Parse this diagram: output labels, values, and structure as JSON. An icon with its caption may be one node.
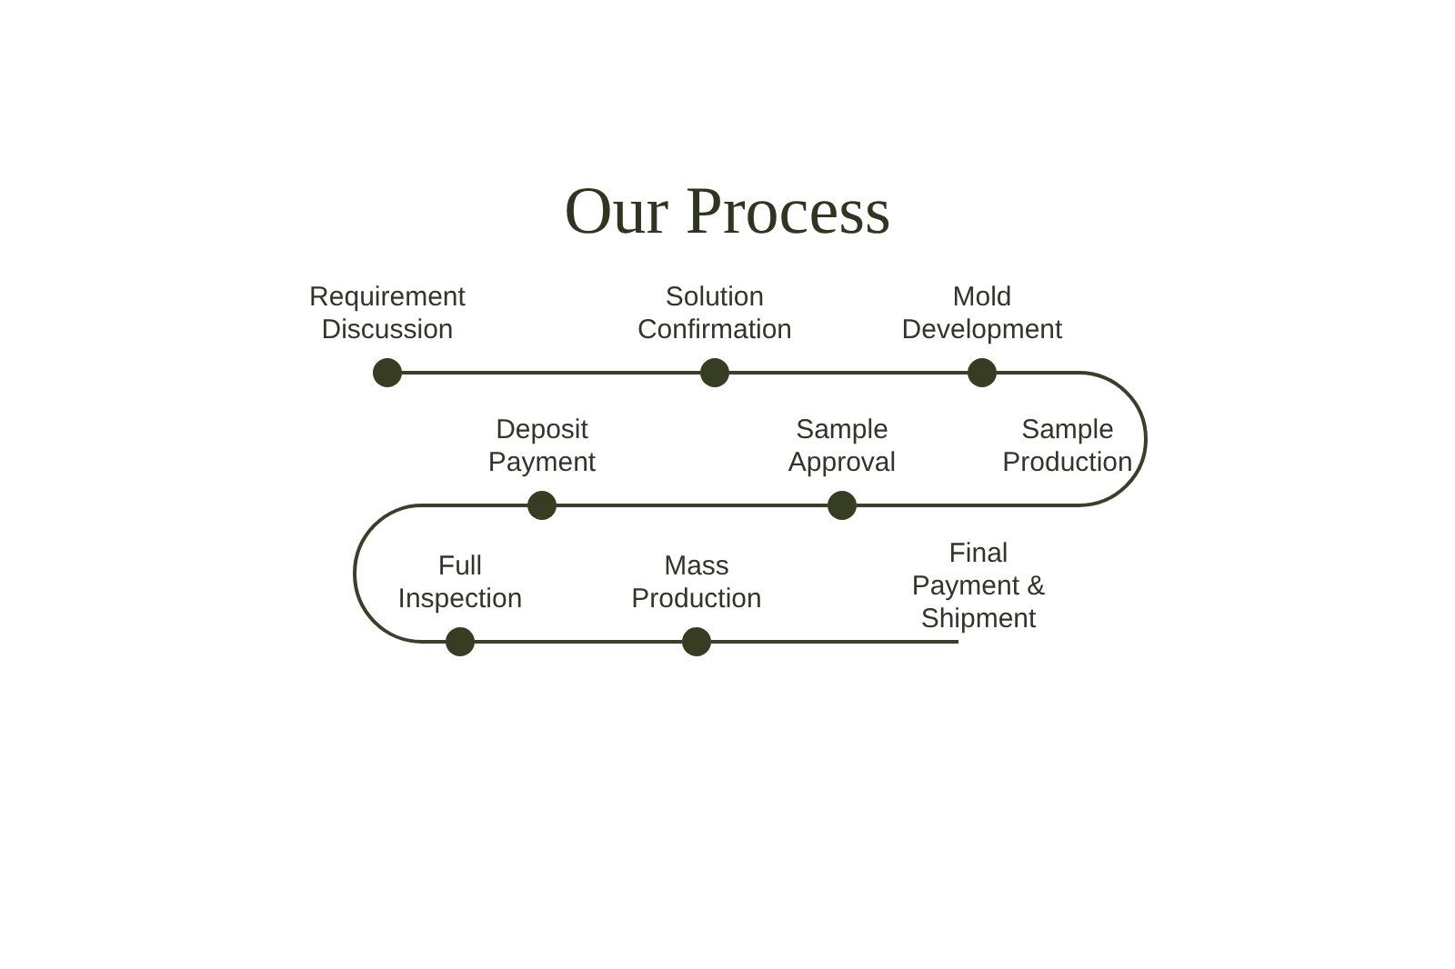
{
  "diagram": {
    "title": "Our Process",
    "nodes": [
      {
        "text": [],
        "shape": "circle",
        "beside": [
          "Requirement Discussion"
        ]
      },
      {
        "text": [],
        "shape": "circle",
        "beside": [
          "Solution Confirmation"
        ]
      },
      {
        "text": [],
        "shape": "circle",
        "beside": [
          "Mold Development"
        ]
      },
      {
        "text": [
          "Sample Production"
        ]
      },
      {
        "text": [],
        "shape": "circle",
        "beside": [
          "Sample Approval"
        ]
      },
      {
        "text": [],
        "shape": "circle",
        "beside": [
          "Deposit Payment"
        ]
      },
      {
        "text": [],
        "shape": "circle",
        "beside": [
          "Full Inspection"
        ]
      },
      {
        "text": [],
        "shape": "circle",
        "beside": [
          "Mass Production"
        ]
      },
      {
        "text": [
          "Final Payment & Shipment"
        ]
      }
    ],
    "edges": [
      {
        "from": 0,
        "to": 1,
        "arrow": "none"
      },
      {
        "from": 1,
        "to": 2,
        "arrow": "none"
      },
      {
        "from": 2,
        "to": 3,
        "arrow": "none"
      },
      {
        "from": 3,
        "to": 4,
        "arrow": "none"
      },
      {
        "from": 4,
        "to": 5,
        "arrow": "none"
      },
      {
        "from": 5,
        "to": 6,
        "arrow": "none"
      },
      {
        "from": 6,
        "to": 7,
        "arrow": "none"
      },
      {
        "from": 7,
        "to": 8,
        "arrow": "none"
      }
    ]
  }
}
